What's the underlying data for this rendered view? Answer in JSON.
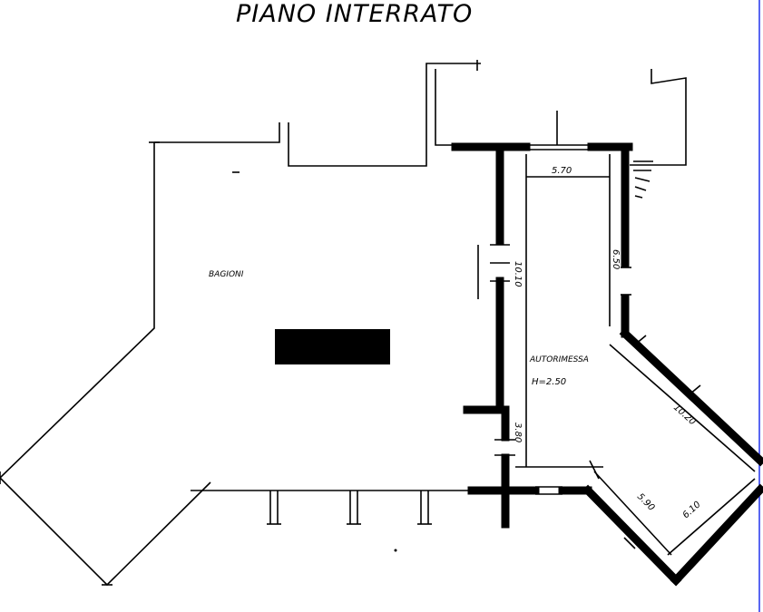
{
  "plan": {
    "title": "PIANO INTERRATO",
    "rooms": {
      "left": "BAGIONI",
      "garage": "AUTORIMESSA",
      "garage_height": "H=2.50"
    },
    "dimensions": {
      "top_width": "5.70",
      "right_upper": "6.50",
      "center_long": "10.10",
      "diagonal_upper": "10.20",
      "lower_left": "3.80",
      "bottom_diag_a": "5.90",
      "bottom_diag_b": "6.10"
    },
    "redaction_color": "#000000",
    "border_color": "#2233ee"
  }
}
